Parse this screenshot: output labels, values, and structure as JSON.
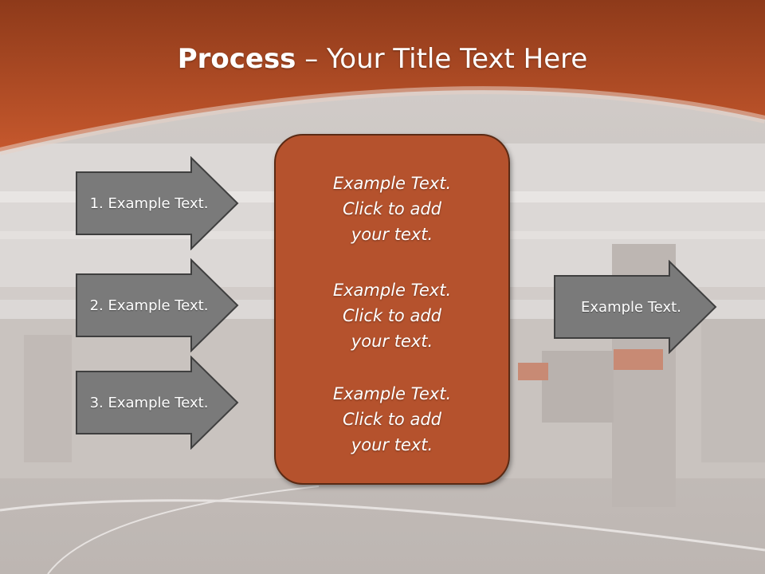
{
  "title": {
    "bold": "Process",
    "rest": " – Your Title Text Here"
  },
  "left_arrows": [
    {
      "label": "1. Example Text."
    },
    {
      "label": "2. Example Text."
    },
    {
      "label": "3. Example Text."
    }
  ],
  "center_box": {
    "blocks": [
      {
        "lines": [
          "Example Text.",
          "Click  to add",
          "your text."
        ]
      },
      {
        "lines": [
          "Example Text.",
          "Click  to add",
          "your text."
        ]
      },
      {
        "lines": [
          "Example Text.",
          "Click  to add",
          "your text."
        ]
      }
    ]
  },
  "right_arrow": {
    "label": "Example Text."
  },
  "colors": {
    "header": "#b5522d",
    "box_fill": "#b5522d",
    "box_border": "#5a2a14",
    "arrow_fill": "#7a7a7a",
    "arrow_border": "#3f3f3f"
  }
}
